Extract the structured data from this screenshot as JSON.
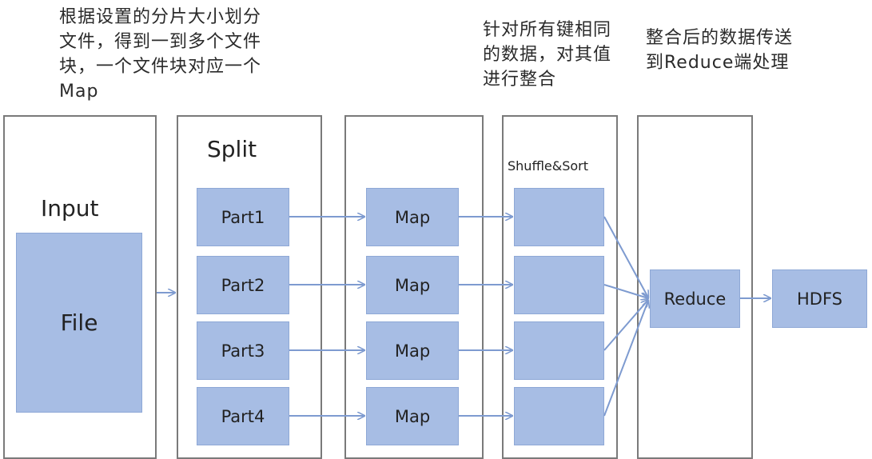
{
  "notes": {
    "split": "根据设置的分片大小划分文件，得到一到多个文件块，一个文件块对应一个Map",
    "shuffle": "针对所有键相同的数据，对其值进行整合",
    "reduce": "整合后的数据传送到Reduce端处理"
  },
  "stages": {
    "input": {
      "title": "Input",
      "file_label": "File"
    },
    "split": {
      "title": "Split",
      "parts": [
        "Part1",
        "Part2",
        "Part3",
        "Part4"
      ]
    },
    "map": {
      "labels": [
        "Map",
        "Map",
        "Map",
        "Map"
      ]
    },
    "shuffle": {
      "title": "Shuffle&Sort"
    },
    "reduce": {
      "label": "Reduce"
    },
    "output": {
      "label": "HDFS"
    }
  },
  "colors": {
    "box_fill": "#a7bde4",
    "arrow": "#7e9bd0",
    "panel_border": "#7a7a7a"
  }
}
